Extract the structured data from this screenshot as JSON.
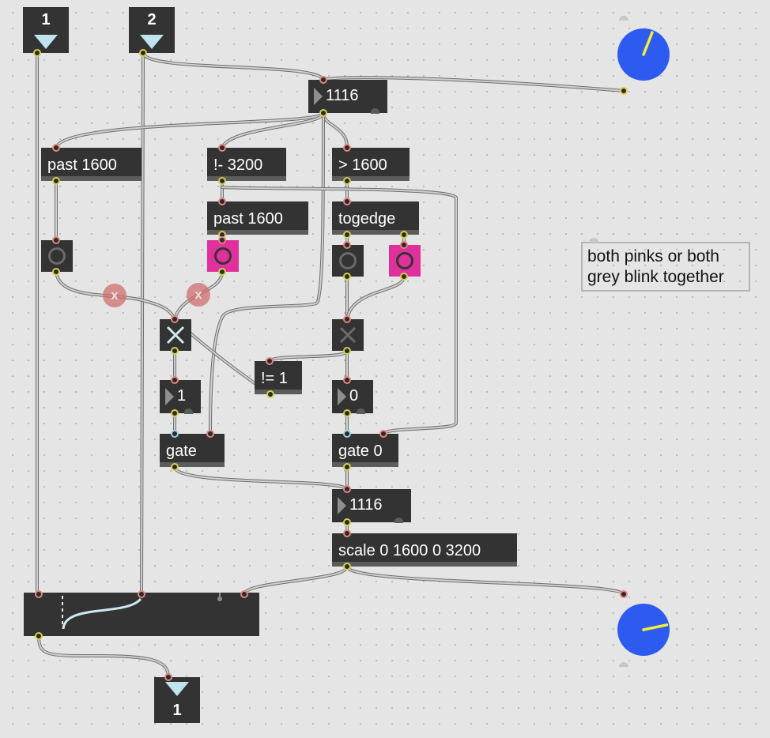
{
  "patch": {
    "inlets": [
      {
        "number": "1",
        "icon": "inlet-arrow-icon"
      },
      {
        "number": "2",
        "icon": "inlet-arrow-icon"
      }
    ],
    "outlet": {
      "number": "1",
      "icon": "outlet-arrow-icon"
    },
    "number_boxes": {
      "top": "1116",
      "left_one": "1",
      "right_zero": "0",
      "bottom": "1116"
    },
    "objects": {
      "past_left": "past 1600",
      "sub_3200": "!- 3200",
      "greater": "> 1600",
      "past_mid": "past 1600",
      "togedge": "togedge",
      "not_equal": "!= 1",
      "gate_left": "gate",
      "gate_right": "gate 0",
      "scale": "scale 0 1600 0 3200"
    },
    "comment": "both pinks or both grey blink together",
    "badges": [
      "x",
      "x"
    ],
    "dials": {
      "top": {
        "value": 0.58,
        "icon": "dial-icon"
      },
      "bottom": {
        "value": 0.79,
        "icon": "dial-icon"
      }
    },
    "leds": [
      {
        "color": "grey",
        "icon": "led-icon"
      },
      {
        "color": "pink",
        "icon": "led-icon"
      },
      {
        "color": "grey",
        "icon": "led-icon"
      },
      {
        "color": "pink",
        "icon": "led-icon"
      }
    ],
    "colors": {
      "canvas": "#e5e5e5",
      "object": "#333333",
      "led_pink": "#e0309c",
      "dial": "#2e5bef",
      "dial_needle": "#f2ef3a",
      "inlet_arrow": "#bfe4ee"
    }
  }
}
